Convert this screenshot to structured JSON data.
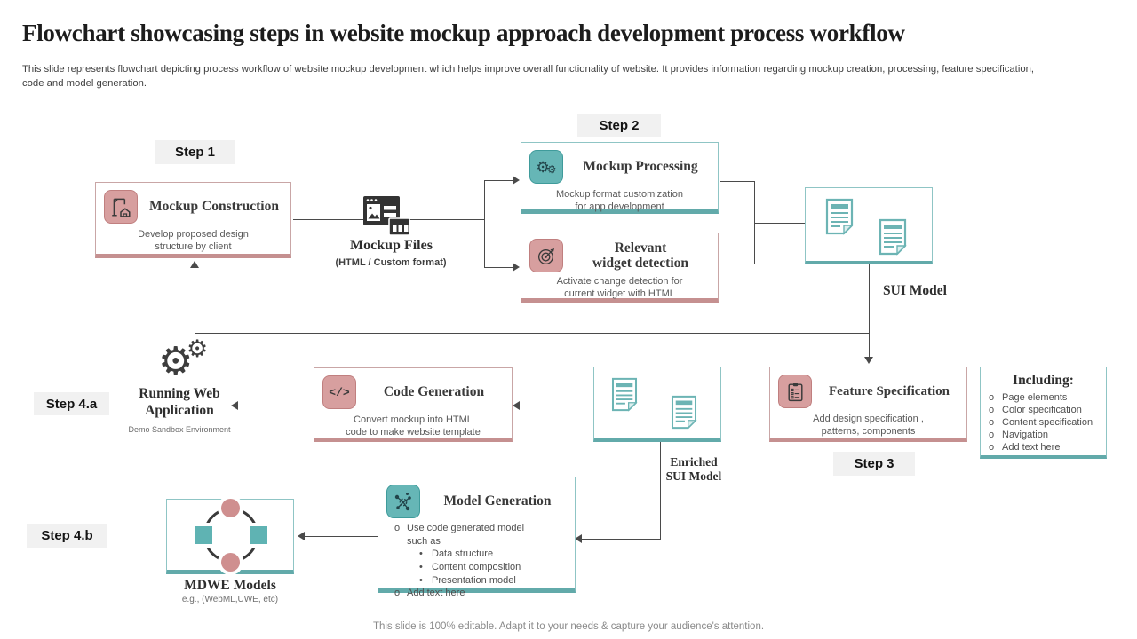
{
  "header": {
    "title": "Flowchart showcasing steps in website mockup approach development process workflow",
    "subtitle": "This slide represents flowchart depicting process workflow of website mockup development which helps improve overall functionality of website. It provides information regarding mockup creation, processing, feature specification,\ncode and model generation."
  },
  "footer": {
    "note": "This slide is 100% editable. Adapt it to your needs & capture your audience's attention."
  },
  "colors": {
    "pink_accent": "#d79f9f",
    "teal_accent": "#66b6b6",
    "pink_border": "#c9a6a6",
    "teal_border": "#8fc5c5",
    "connector": "#4a4a4a",
    "step_chip_bg": "#f1f1f1"
  },
  "steps": {
    "step1": "Step 1",
    "step2": "Step 2",
    "step3": "Step 3",
    "step4a": "Step 4.a",
    "step4b": "Step 4.b"
  },
  "nodes": {
    "mockup_construction": {
      "title": "Mockup Construction",
      "desc": "Develop proposed design\nstructure by client"
    },
    "mockup_files": {
      "title": "Mockup Files",
      "subtitle": "(HTML / Custom format)"
    },
    "mockup_processing": {
      "title": "Mockup Processing",
      "desc": "Mockup format customization\nfor app development"
    },
    "widget_detection": {
      "title": "Relevant\nwidget detection",
      "desc": "Activate change detection for\ncurrent widget with HTML"
    },
    "sui_model": {
      "label": "SUI Model"
    },
    "feature_specification": {
      "title": "Feature Specification",
      "desc": "Add design specification ,\npatterns, components"
    },
    "including": {
      "title": "Including:",
      "marker": "o",
      "items": [
        "Page elements",
        "Color specification",
        "Content specification",
        "Navigation",
        "Add text here"
      ]
    },
    "code_generation": {
      "title": "Code Generation",
      "desc": "Convert mockup into HTML\ncode to make website template"
    },
    "enriched_sui_model": {
      "label": "Enriched\nSUI Model"
    },
    "running_web_application": {
      "title": "Running Web\nApplication",
      "subtitle": "Demo Sandbox Environment"
    },
    "model_generation": {
      "title": "Model Generation",
      "items": [
        {
          "marker": "o",
          "text": "Use code generated model\nsuch as"
        },
        {
          "marker": "•",
          "text": "Data structure"
        },
        {
          "marker": "•",
          "text": "Content composition"
        },
        {
          "marker": "•",
          "text": "Presentation model"
        },
        {
          "marker": "o",
          "text": "Add text here"
        }
      ]
    },
    "mdwe_models": {
      "title": "MDWE Models",
      "subtitle": "e.g., (WebML,UWE, etc)"
    }
  }
}
